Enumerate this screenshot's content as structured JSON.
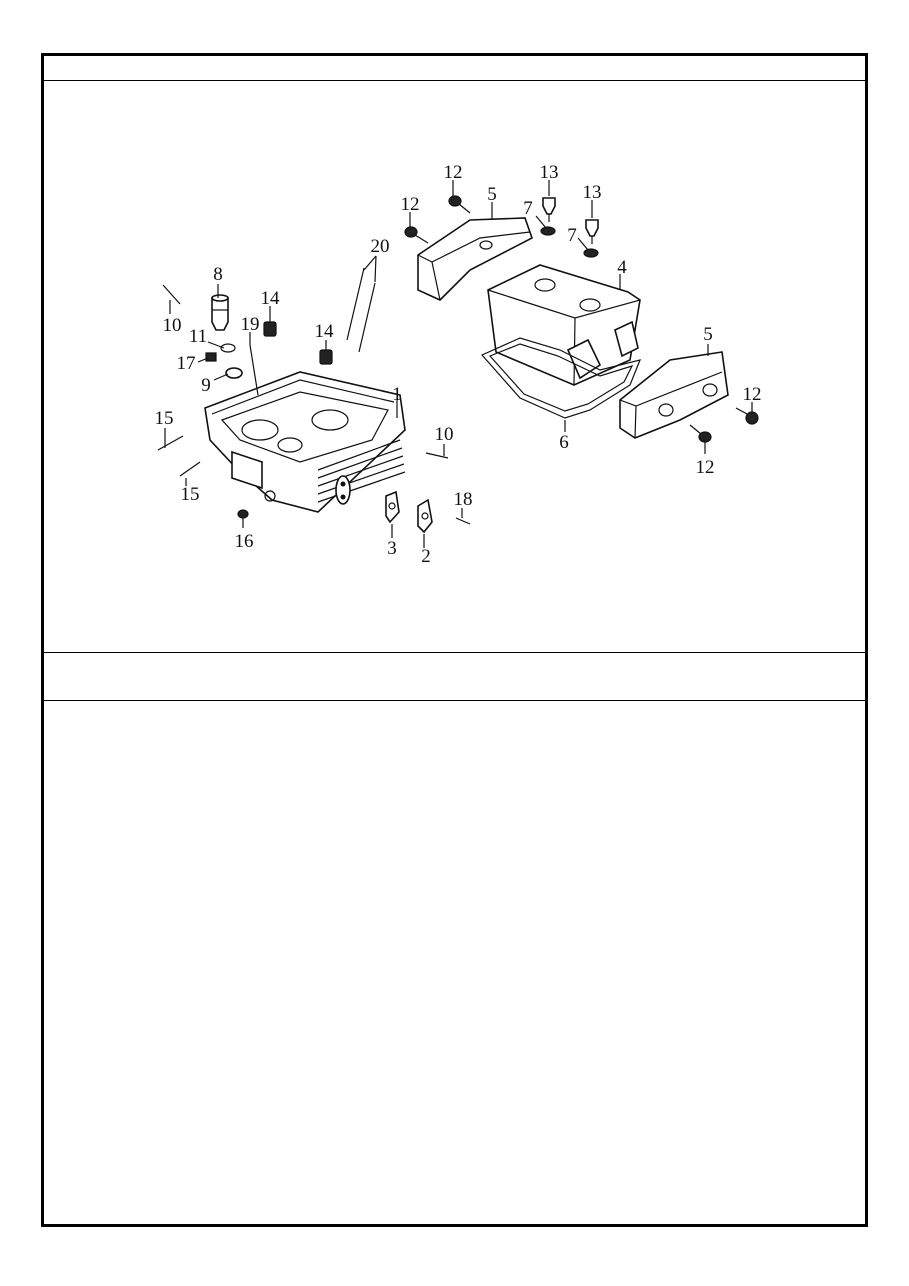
{
  "callouts": [
    {
      "id": "c1",
      "label": "1"
    },
    {
      "id": "c2",
      "label": "2"
    },
    {
      "id": "c3",
      "label": "3"
    },
    {
      "id": "c4",
      "label": "4"
    },
    {
      "id": "c5a",
      "label": "5"
    },
    {
      "id": "c5b",
      "label": "5"
    },
    {
      "id": "c6",
      "label": "6"
    },
    {
      "id": "c7a",
      "label": "7"
    },
    {
      "id": "c7b",
      "label": "7"
    },
    {
      "id": "c8",
      "label": "8"
    },
    {
      "id": "c9",
      "label": "9"
    },
    {
      "id": "c10a",
      "label": "10"
    },
    {
      "id": "c10b",
      "label": "10"
    },
    {
      "id": "c11",
      "label": "11"
    },
    {
      "id": "c12a",
      "label": "12"
    },
    {
      "id": "c12b",
      "label": "12"
    },
    {
      "id": "c12c",
      "label": "12"
    },
    {
      "id": "c12d",
      "label": "12"
    },
    {
      "id": "c13a",
      "label": "13"
    },
    {
      "id": "c13b",
      "label": "13"
    },
    {
      "id": "c14a",
      "label": "14"
    },
    {
      "id": "c14b",
      "label": "14"
    },
    {
      "id": "c15a",
      "label": "15"
    },
    {
      "id": "c15b",
      "label": "15"
    },
    {
      "id": "c16",
      "label": "16"
    },
    {
      "id": "c17",
      "label": "17"
    },
    {
      "id": "c18",
      "label": "18"
    },
    {
      "id": "c19",
      "label": "19"
    },
    {
      "id": "c20",
      "label": "20"
    }
  ]
}
